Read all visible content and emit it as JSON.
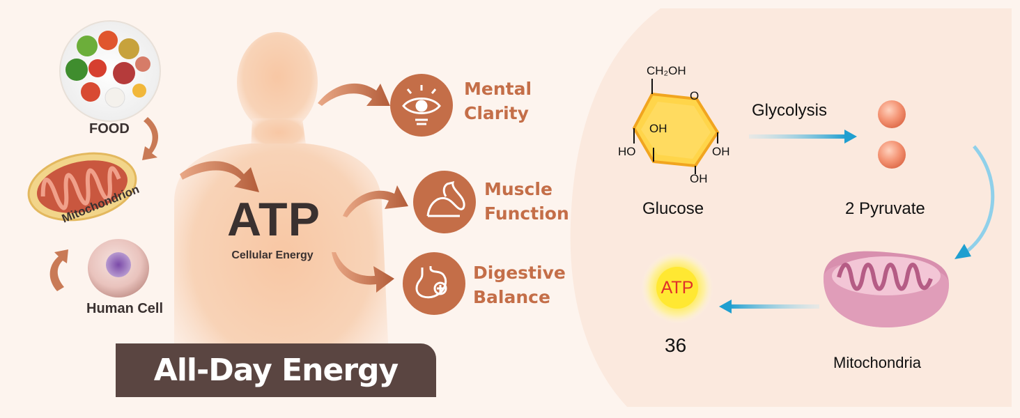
{
  "cycle": {
    "food": "FOOD",
    "mitochondrion": "Mitochondrion",
    "human_cell": "Human Cell"
  },
  "atp": {
    "title": "ATP",
    "subtitle": "Cellular Energy"
  },
  "benefits": [
    {
      "line1": "Mental",
      "line2": "Clarity",
      "icon": "eye-icon"
    },
    {
      "line1": "Muscle",
      "line2": "Function",
      "icon": "flexed-arm-icon"
    },
    {
      "line1": "Digestive",
      "line2": "Balance",
      "icon": "stomach-icon"
    }
  ],
  "banner": "All-Day Energy",
  "glucose": {
    "ch2oh": "CH₂OH",
    "ring_o": "O",
    "oh_top": "OH",
    "ho_left": "HO",
    "oh_right": "OH",
    "oh_bottom": "OH",
    "label": "Glucose"
  },
  "pathway": {
    "glycolysis": "Glycolysis",
    "pyruvate": "2 Pyruvate",
    "mitochondria": "Mitochondria",
    "atp_badge": "ATP",
    "atp_count": "36"
  },
  "colors": {
    "accent": "#c46e48",
    "banner": "#5a4541",
    "pathway_arrow": "#2aa7d4",
    "body": "#f6c8a6"
  }
}
